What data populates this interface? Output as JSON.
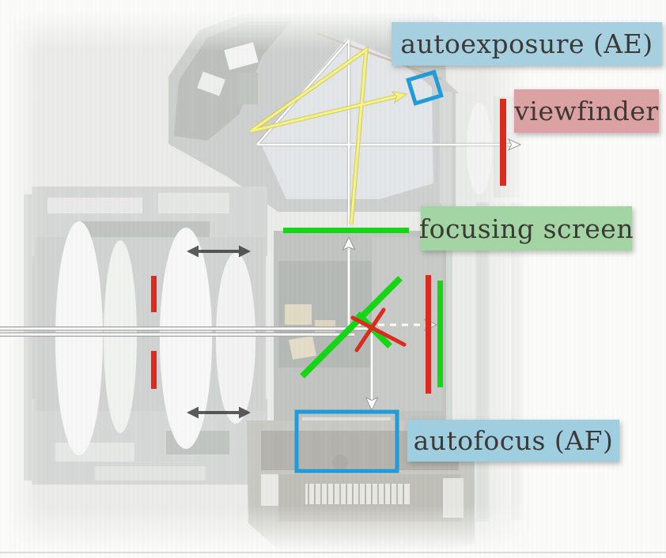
{
  "slide": {
    "photo_description": "faded cutaway cross-section photo of an SLR camera",
    "labels": {
      "autoexposure": {
        "text": "autoexposure (AE)",
        "bg": "#a6cfe0"
      },
      "viewfinder": {
        "text": "viewfinder",
        "bg": "#dca2a3"
      },
      "focusing_screen": {
        "text": "focusing screen",
        "bg": "#a3d5a4"
      },
      "autofocus": {
        "text": "autofocus (AF)",
        "bg": "#a0cee1"
      }
    },
    "colors": {
      "label_text": "#3d3935",
      "light_path_yellow": "#f6f28e",
      "optics_green": "#15d615",
      "marker_red": "#dd2a1f",
      "sensor_blue": "#1f9cd9",
      "axis_white": "#ffffff",
      "motion_arrow_dark": "#383838"
    }
  }
}
